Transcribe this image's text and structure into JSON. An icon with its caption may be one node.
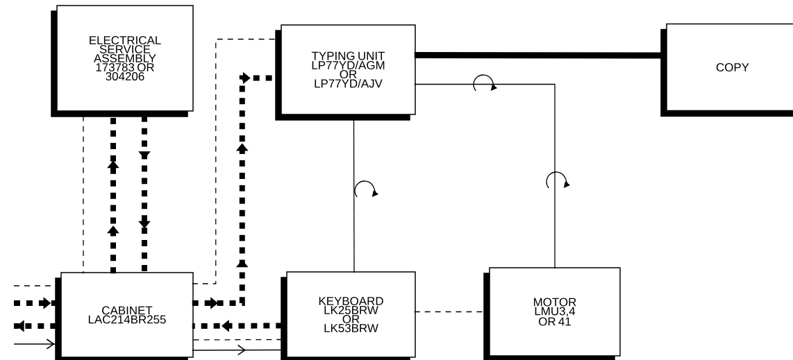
{
  "diagram": {
    "nodes": [
      {
        "text": [
          "ELECTRICAL SERVICE ASSEMBLY 173783 OR 304206"
        ]
      },
      {
        "text": [
          "TYPING UNIT LP77YD/AGM OR LP77YD/AJV"
        ]
      },
      {
        "text": [
          "COPY"
        ]
      },
      {
        "text": [
          "CABINET LAC214BR255"
        ]
      },
      {
        "text": [
          "KEYBOARD LK25BRW OR LK53BRW"
        ]
      },
      {
        "text": [
          "MOTOR LMU3,4 OR 41"
        ]
      }
    ],
    "edges": [
      {
        "from": 0,
        "to": 3,
        "arrow": "none",
        "style": "dashed"
      },
      {
        "from": 3,
        "to": 0,
        "arrow": "to",
        "style": "dashed"
      },
      {
        "from": 0,
        "to": 3,
        "arrow": "to",
        "style": "dashed"
      },
      {
        "from": 3,
        "to": 1,
        "arrow": "none",
        "style": "dashed"
      },
      {
        "from": 3,
        "to": 1,
        "arrow": "to",
        "style": "dashed"
      },
      {
        "from": 4,
        "to": 3,
        "arrow": "to",
        "style": "dashed"
      },
      {
        "from": 4,
        "to": 3,
        "arrow": "none",
        "style": "dashed"
      },
      {
        "from": 3,
        "to": 4,
        "arrow": "to"
      },
      {
        "from": 1,
        "to": 4,
        "arrow": "none"
      },
      {
        "from": 1,
        "to": 5,
        "arrow": "none"
      },
      {
        "from": 1,
        "to": 2,
        "arrow": "none",
        "style": "thick"
      },
      {
        "from": 4,
        "to": 5,
        "arrow": "none",
        "style": "dashed"
      },
      {
        "from": null,
        "to": 3,
        "arrow": "none",
        "style": "dashed"
      },
      {
        "from": null,
        "to": 3,
        "arrow": "to",
        "style": "dashed"
      },
      {
        "from": 3,
        "to": null,
        "arrow": "to",
        "style": "dashed"
      },
      {
        "from": null,
        "to": 3,
        "arrow": "to"
      }
    ]
  }
}
